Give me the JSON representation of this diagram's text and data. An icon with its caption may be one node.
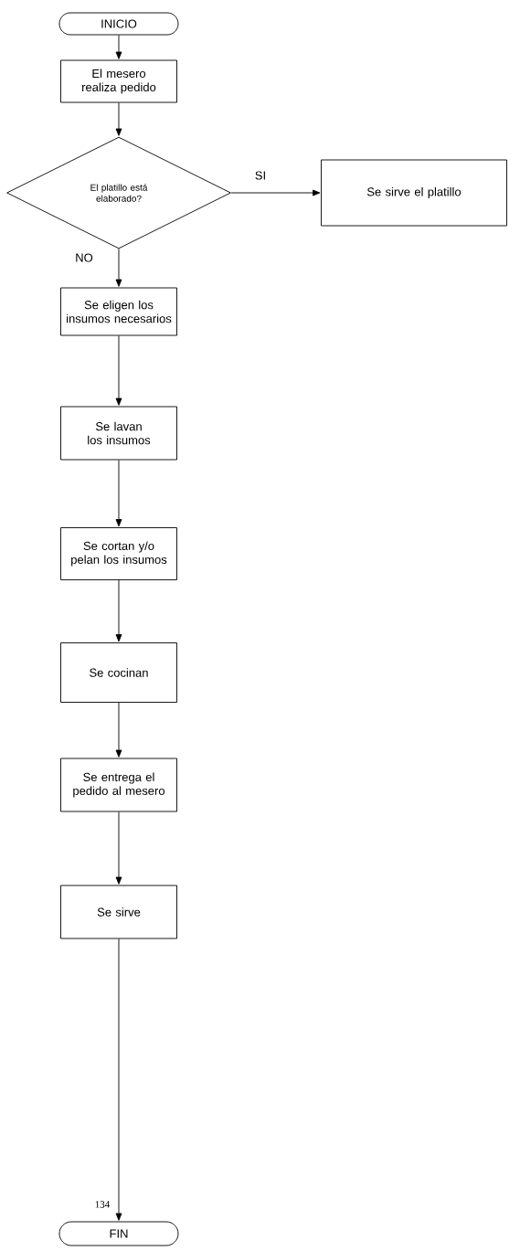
{
  "diagram": {
    "nodes": [
      {
        "text": [
          "INICIO"
        ]
      },
      {
        "text": [
          "El mesero realiza pedido"
        ]
      },
      {
        "text": [
          "El platillo está elaborado?"
        ]
      },
      {
        "text": [
          "Se sirve el platillo"
        ]
      },
      {
        "text": [
          "Se eligen los insumos necesarios"
        ]
      },
      {
        "text": [
          "Se lavan los insumos"
        ]
      },
      {
        "text": [
          "Se cortan y/o pelan los insumos"
        ]
      },
      {
        "text": [
          "Se cocinan"
        ]
      },
      {
        "text": [
          "Se entrega el pedido al mesero"
        ]
      },
      {
        "text": [
          "Se sirve"
        ]
      },
      {
        "text": [
          "FIN"
        ]
      }
    ],
    "edges": [
      {
        "from": 0,
        "to": 1,
        "arrow": "to"
      },
      {
        "from": 1,
        "to": 2,
        "arrow": "to"
      },
      {
        "from": 2,
        "to": 3,
        "arrow": "to",
        "label": "SI"
      },
      {
        "from": 2,
        "to": 4,
        "arrow": "to",
        "label": "NO"
      },
      {
        "from": 4,
        "to": 5,
        "arrow": "to"
      },
      {
        "from": 5,
        "to": 6,
        "arrow": "to"
      },
      {
        "from": 6,
        "to": 7,
        "arrow": "to"
      },
      {
        "from": 7,
        "to": 8,
        "arrow": "to"
      },
      {
        "from": 8,
        "to": 9,
        "arrow": "to"
      },
      {
        "from": 9,
        "to": 10,
        "arrow": "to"
      }
    ],
    "labels": [
      "134"
    ]
  }
}
